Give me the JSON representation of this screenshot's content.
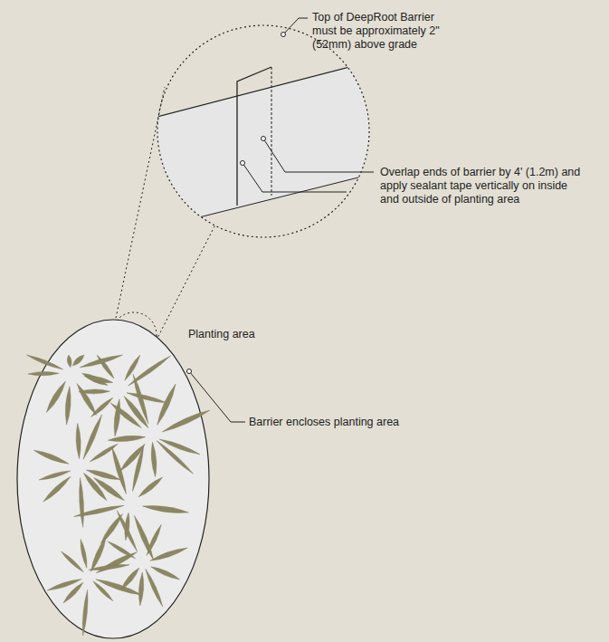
{
  "diagram": {
    "nodes": [
      {
        "text": [
          "Planting area"
        ]
      }
    ],
    "labels": [
      "Top of DeepRoot Barrier must be approximately 2\" (52mm) above grade",
      "Overlap ends of barrier by 4' (1.2m) and apply sealant tape vertically on inside and outside of planting area",
      "Barrier encloses planting area"
    ]
  }
}
